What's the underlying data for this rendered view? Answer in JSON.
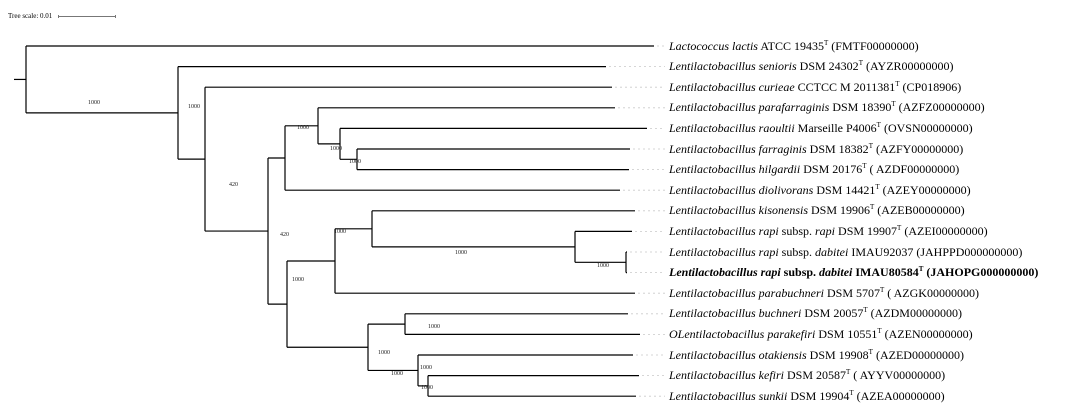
{
  "scale": {
    "label": "Tree scale: 0.01"
  },
  "taxa": [
    {
      "genus": "Lactococcus",
      "species": "lactis",
      "subsp": "",
      "strain": "ATCC 19435",
      "type": true,
      "accession": "(FMTF00000000)",
      "bold": false
    },
    {
      "genus": "Lentilactobacillus",
      "species": "senioris",
      "subsp": "",
      "strain": "DSM 24302",
      "type": true,
      "accession": "(AYZR00000000)",
      "bold": false
    },
    {
      "genus": "Lentilactobacillus",
      "species": "curieae",
      "subsp": "",
      "strain": "CCTCC M 2011381",
      "type": true,
      "accession": "(CP018906)",
      "bold": false
    },
    {
      "genus": "Lentilactobacillus",
      "species": "parafarraginis",
      "subsp": "",
      "strain": "DSM 18390",
      "type": true,
      "accession": "(AZFZ00000000)",
      "bold": false
    },
    {
      "genus": "Lentilactobacillus",
      "species": "raoultii",
      "subsp": "",
      "strain": "Marseille P4006",
      "type": true,
      "accession": "(OVSN00000000)",
      "bold": false
    },
    {
      "genus": "Lentilactobacillus",
      "species": "farraginis",
      "subsp": "",
      "strain": "DSM 18382",
      "type": true,
      "accession": "(AZFY00000000)",
      "bold": false
    },
    {
      "genus": "Lentilactobacillus",
      "species": "hilgardii",
      "subsp": "",
      "strain": "DSM 20176",
      "type": true,
      "accession": "( AZDF00000000)",
      "bold": false
    },
    {
      "genus": "Lentilactobacillus",
      "species": "diolivorans",
      "subsp": "",
      "strain": "DSM 14421",
      "type": true,
      "accession": "(AZEY00000000)",
      "bold": false
    },
    {
      "genus": "Lentilactobacillus",
      "species": "kisonensis",
      "subsp": "",
      "strain": "DSM 19906",
      "type": true,
      "accession": "(AZEB00000000)",
      "bold": false
    },
    {
      "genus": "Lentilactobacillus",
      "species": "rapi",
      "subsp": "rapi",
      "strain": "DSM 19907",
      "type": true,
      "accession": "(AZEI00000000)",
      "bold": false
    },
    {
      "genus": "Lentilactobacillus",
      "species": "rapi",
      "subsp": "dabitei",
      "strain": "IMAU92037",
      "type": false,
      "accession": "(JAHPPD000000000)",
      "bold": false
    },
    {
      "genus": "Lentilactobacillus",
      "species": "rapi",
      "subsp": "dabitei",
      "strain": "IMAU80584",
      "type": true,
      "accession": "(JAHOPG000000000)",
      "bold": true
    },
    {
      "genus": "Lentilactobacillus",
      "species": "parabuchneri",
      "subsp": "",
      "strain": "DSM 5707",
      "type": true,
      "accession": "( AZGK00000000)",
      "bold": false
    },
    {
      "genus": "Lentilactobacillus",
      "species": "buchneri",
      "subsp": "",
      "strain": "DSM 20057",
      "type": true,
      "accession": "(AZDM00000000)",
      "bold": false
    },
    {
      "genus": "OLentilactobacillus",
      "species": "parakefiri",
      "subsp": "",
      "strain": "DSM 10551",
      "type": true,
      "accession": "(AZEN00000000)",
      "bold": false
    },
    {
      "genus": "Lentilactobacillus",
      "species": "otakiensis",
      "subsp": "",
      "strain": "DSM 19908",
      "type": true,
      "accession": "(AZED00000000)",
      "bold": false
    },
    {
      "genus": "Lentilactobacillus",
      "species": "kefiri",
      "subsp": "",
      "strain": "DSM 20587",
      "type": true,
      "accession": "( AYYV00000000)",
      "bold": false
    },
    {
      "genus": "Lentilactobacillus",
      "species": "sunkii",
      "subsp": "",
      "strain": "DSM 19904",
      "type": true,
      "accession": "(AZEA00000000)",
      "bold": false
    }
  ],
  "bootstrap": [
    "1000",
    "1000",
    "1000",
    "1000",
    "1000",
    "420",
    "420",
    "1000",
    "1000",
    "1000",
    "1000",
    "1000",
    "1000",
    "1000",
    "1000",
    "1000"
  ]
}
